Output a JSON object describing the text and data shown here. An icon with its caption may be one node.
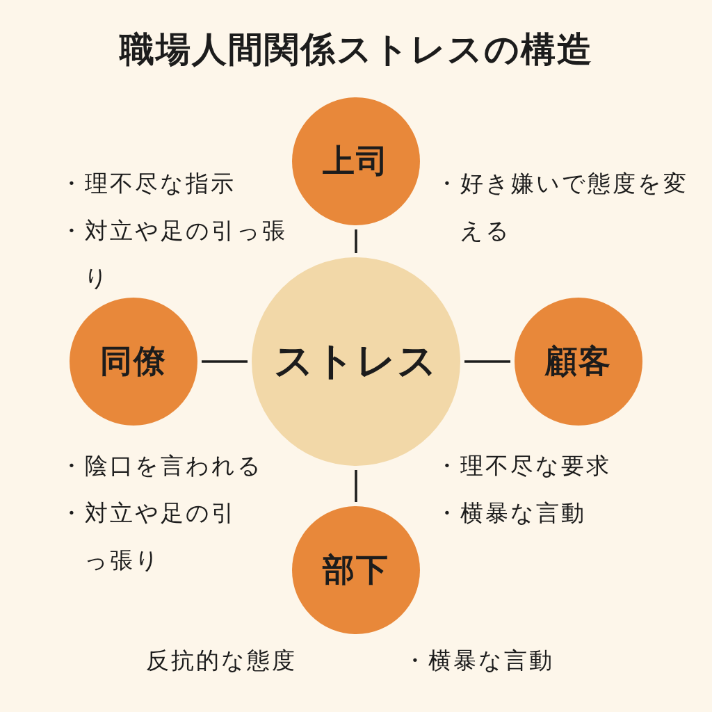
{
  "diagram": {
    "title": "職場人間関係ストレスの構造",
    "nodes": [
      {
        "text": [
          "上司"
        ]
      },
      {
        "text": [
          "同僚"
        ]
      },
      {
        "text": [
          "ストレス"
        ]
      },
      {
        "text": [
          "顧客"
        ]
      },
      {
        "text": [
          "部下"
        ]
      }
    ],
    "edges": [
      {
        "from": 2,
        "to": 0,
        "arrow": "none"
      },
      {
        "from": 1,
        "to": 2,
        "arrow": "none"
      },
      {
        "from": 2,
        "to": 3,
        "arrow": "none"
      },
      {
        "from": 2,
        "to": 4,
        "arrow": "none"
      }
    ],
    "labels": [
      "・理不尽な指示",
      "・好き嫌いで態度を変える",
      "・対立や足の引っ張り",
      "・陰口を言われる",
      "・理不尽な要求",
      "・対立や足の引っ張り",
      "・横暴な言動",
      "反抗的な態度",
      "・横暴な言動"
    ]
  }
}
